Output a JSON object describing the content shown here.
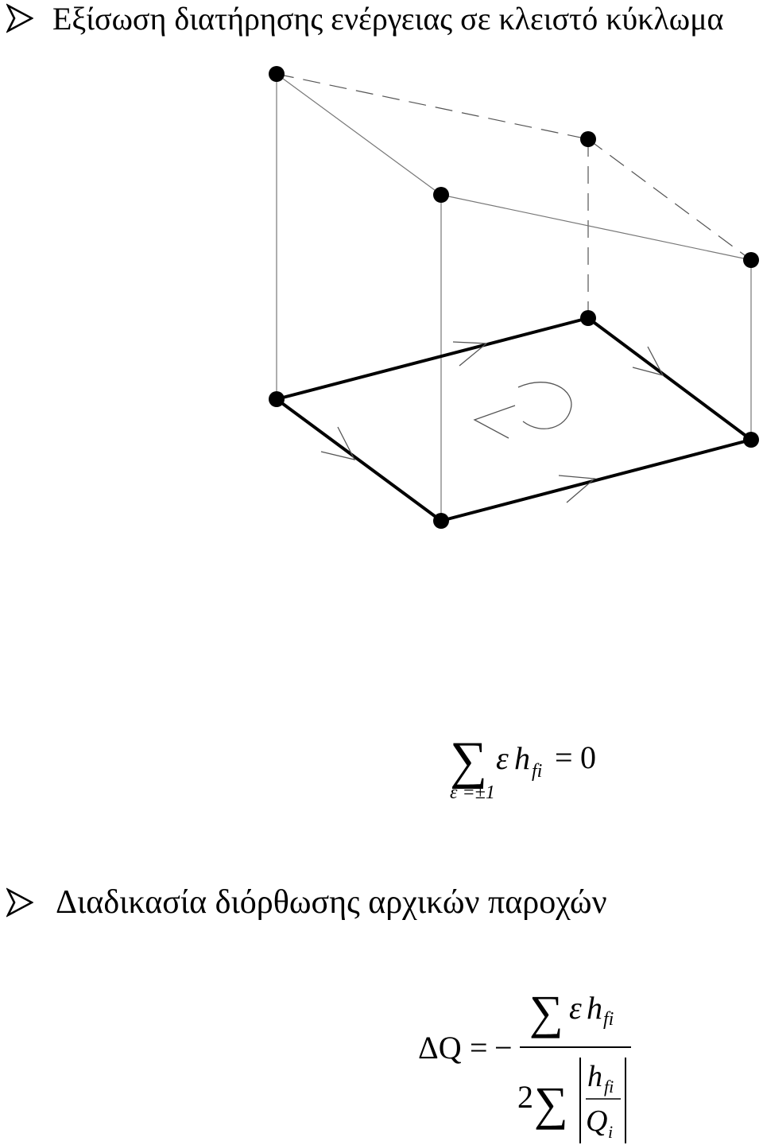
{
  "heading_1": "Εξίσωση διατήρησης ενέργειας σε κλειστό κύκλωμα",
  "heading_2": "Διαδικασία διόρθωσης αρχικών παροχών",
  "equation_1": {
    "sum_symbol": "∑",
    "term_epsilon": "ε",
    "term_h": "h",
    "subscript": "fi",
    "equals": "=",
    "rhs": "0",
    "sum_index": "ε =±1"
  },
  "equation_2": {
    "lhs": "ΔQ",
    "equals": "=",
    "minus": "−",
    "num_sum": "∑",
    "num_epsilon": "ε",
    "num_h": "h",
    "num_subscript": "fi",
    "den_coeff": "2",
    "den_sum": "∑",
    "den_h": "h",
    "den_h_subscript": "fi",
    "den_q": "Q",
    "den_q_subscript": "i"
  }
}
